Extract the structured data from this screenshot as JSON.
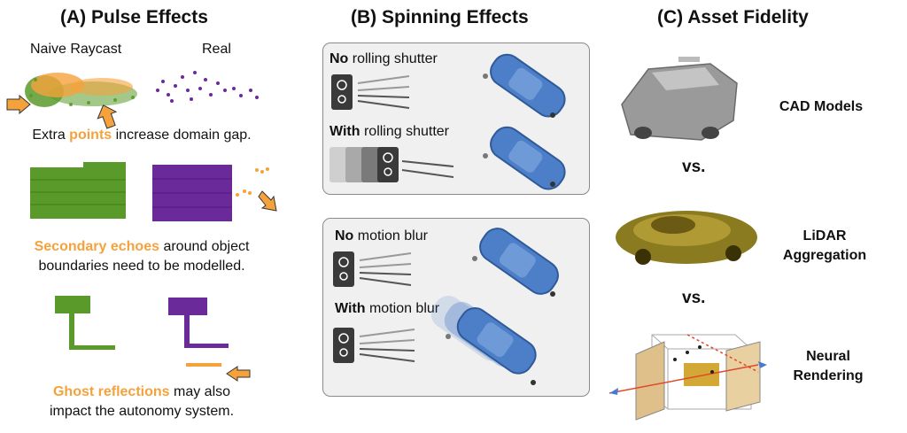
{
  "section_a": {
    "title": "(A) Pulse Effects",
    "label_naive": "Naive Raycast",
    "label_real": "Real",
    "caption1_pre": "Extra ",
    "caption1_hl": "points",
    "caption1_post": " increase domain gap.",
    "caption2_hl": "Secondary echoes",
    "caption2_post": " around object",
    "caption2_line2": "boundaries need to be modelled.",
    "caption3_hl": "Ghost reflections",
    "caption3_post": " may also",
    "caption3_line2": "impact the autonomy system."
  },
  "section_b": {
    "title": "(B) Spinning Effects",
    "row1_bold": "No",
    "row1_text": " rolling shutter",
    "row2_bold": "With",
    "row2_text": " rolling shutter",
    "row3_bold": "No",
    "row3_text": " motion blur",
    "row4_bold": "With",
    "row4_text": " motion blur"
  },
  "section_c": {
    "title": "(C) Asset Fidelity",
    "label_cad": "CAD Models",
    "vs1": "vs.",
    "label_lidar_1": "LiDAR",
    "label_lidar_2": "Aggregation",
    "vs2": "vs.",
    "label_neural_1": "Neural",
    "label_neural_2": "Rendering"
  },
  "colors": {
    "highlight": "#f5a23c",
    "green_points": "#5a9a2a",
    "purple_points": "#6a2a9a",
    "car_blue": "#4d7fc9",
    "panel_bg": "#f0f0f0"
  }
}
